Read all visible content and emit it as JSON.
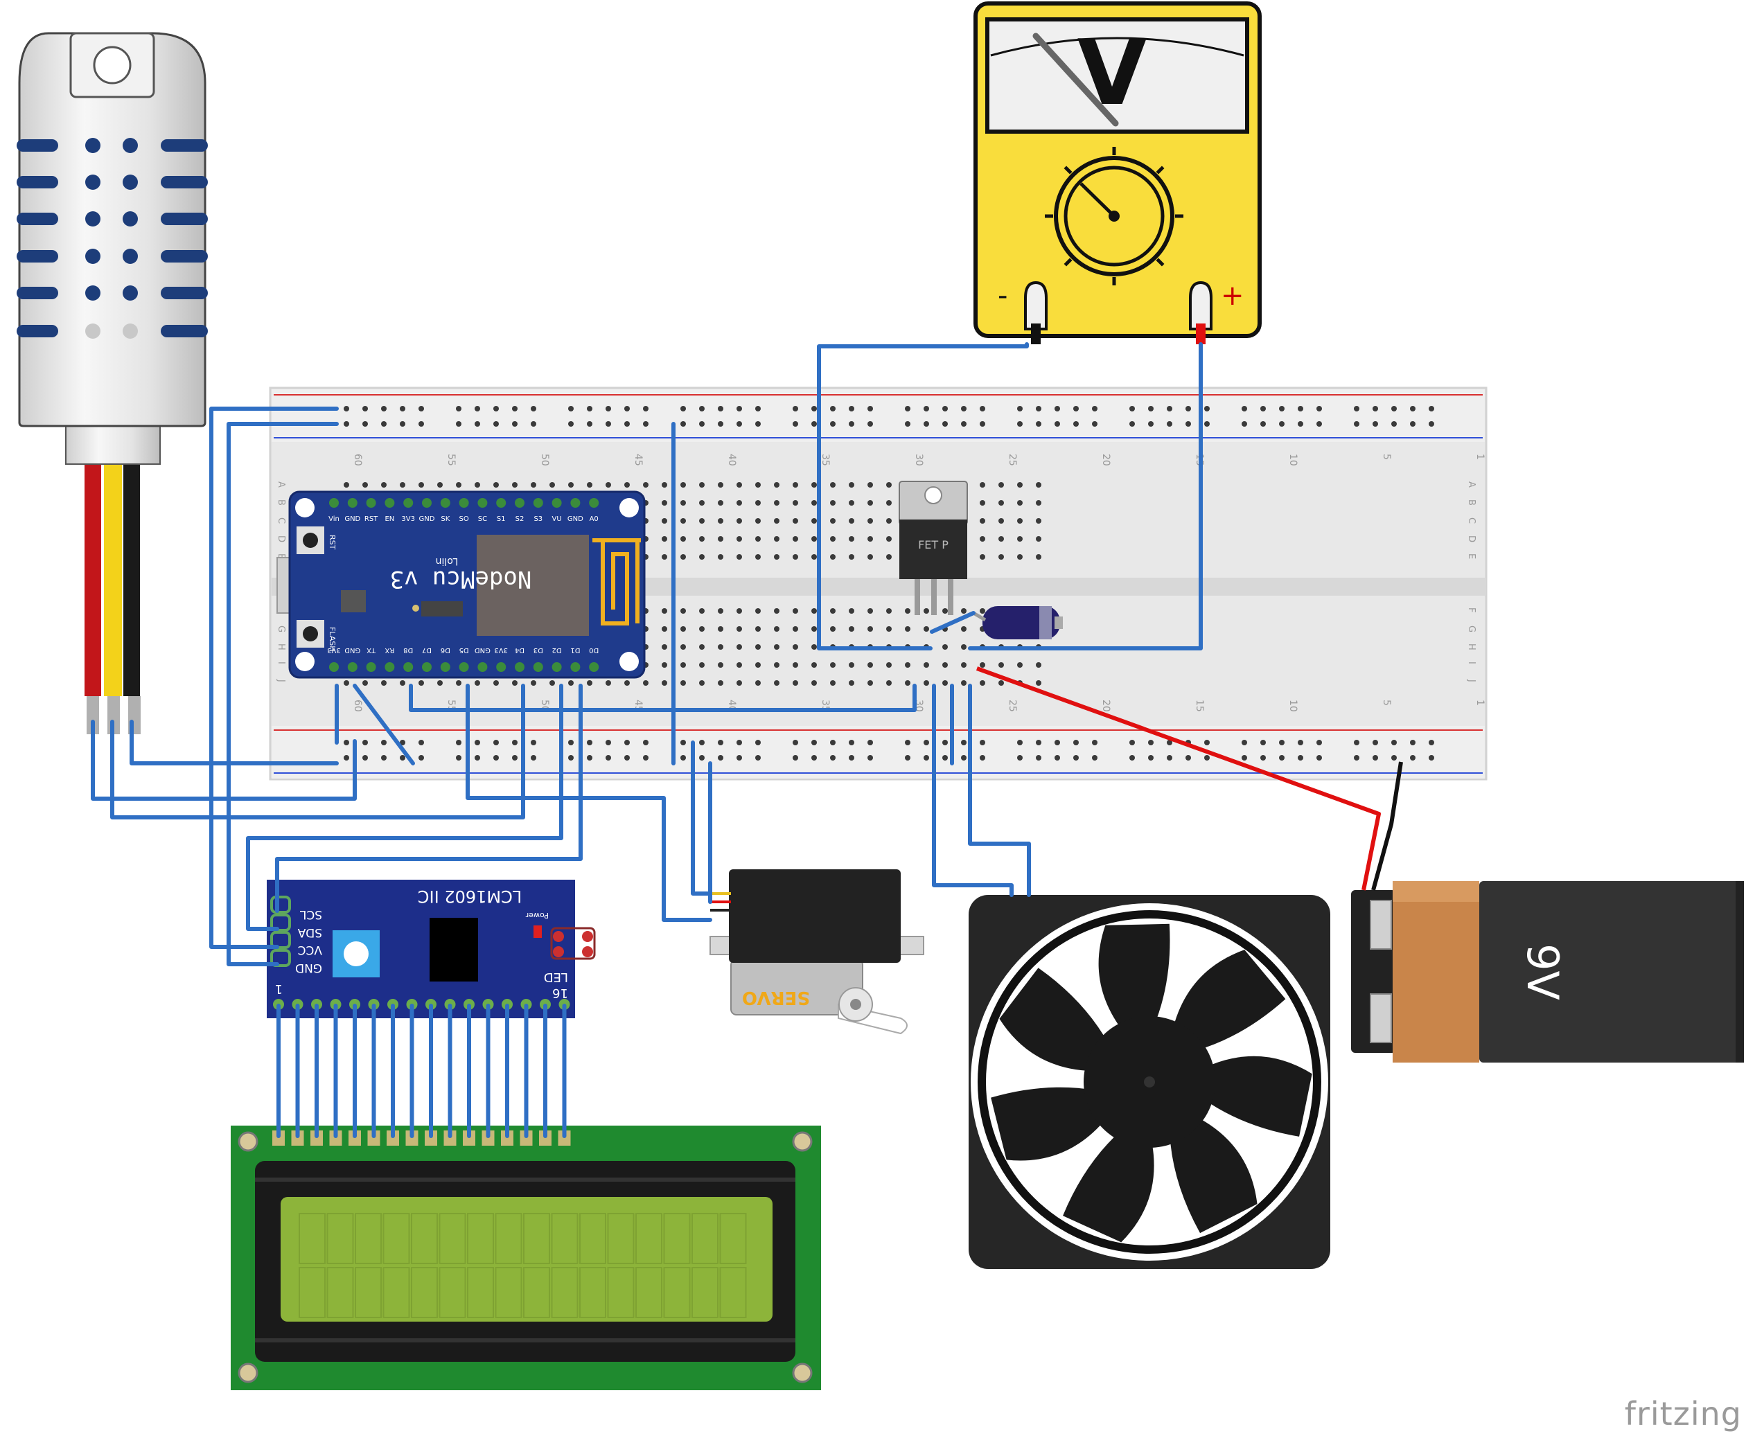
{
  "title": "",
  "sensor": {
    "name": ""
  },
  "nodemcu": {
    "top_pins": [
      "Vin",
      "GND",
      "RST",
      "EN",
      "3V3",
      "GND",
      "SK",
      "SO",
      "SC",
      "S1",
      "S2",
      "S3",
      "VU",
      "GND",
      "A0"
    ],
    "bottom_pins": [
      "3V3",
      "GND",
      "TX",
      "RX",
      "D8",
      "D7",
      "D6",
      "D5",
      "GND",
      "3V3",
      "D4",
      "D3",
      "D2",
      "D1",
      "D0"
    ],
    "title": "NodeMcu v3",
    "vendor": "Lolin",
    "rst_label": "RST",
    "flash_label": "FLASH"
  },
  "breadboard": {
    "row_letters_top": [
      "A",
      "B",
      "C",
      "D",
      "E"
    ],
    "row_letters_bottom": [
      "F",
      "G",
      "H",
      "I",
      "J"
    ],
    "col_numbers": [
      "60",
      "55",
      "50",
      "45",
      "40",
      "35",
      "30",
      "25",
      "20",
      "15",
      "10",
      "5",
      "1"
    ]
  },
  "mosfet": {
    "label": "FET P"
  },
  "multimeter": {
    "symbol": "V",
    "neg": "-",
    "pos": "+"
  },
  "i2c": {
    "title": "LCM1602 IIC",
    "pins": [
      "SCL",
      "SDA",
      "VCC",
      "GND"
    ],
    "power": "Power",
    "led": "LED",
    "pin_first": "1",
    "pin_last": "16"
  },
  "servo": {
    "label": "SERVO"
  },
  "battery": {
    "label": "9V"
  },
  "watermark": "fritzing",
  "colors": {
    "wire": "#2f6fc4",
    "breadboard": "#e6e6e6",
    "nodemcu": "#1f3b8c",
    "multimeter": "#f9dd3c",
    "lcd_pcb": "#1f8a2f",
    "lcd_screen": "#8db43a",
    "battery_copper": "#c9854a",
    "red_wire": "#e01010",
    "power_red": "#d83030",
    "power_blue": "#3050d8"
  }
}
